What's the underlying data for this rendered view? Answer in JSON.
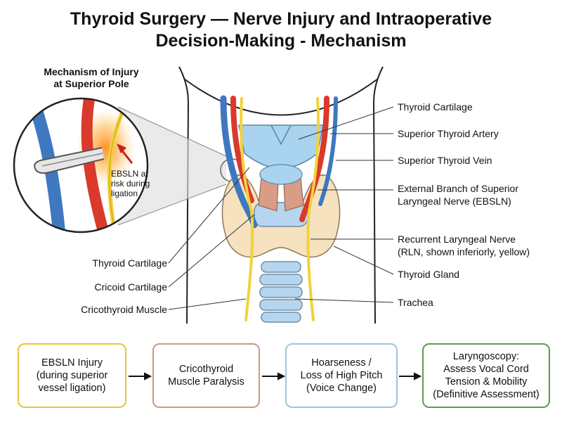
{
  "title": {
    "line1": "Thyroid Surgery — Nerve Injury and Intraoperative",
    "line2": "Decision-Making - Mechanism"
  },
  "inset": {
    "title_line1": "Mechanism of Injury",
    "title_line2": "at Superior Pole",
    "note_line1": "EBSLN at",
    "note_line2": "risk during",
    "note_line3": "ligation"
  },
  "labels_right": {
    "thyroid_cartilage": "Thyroid Cartilage",
    "superior_thyroid_artery": "Superior Thyroid Artery",
    "superior_thyroid_vein": "Superior Thyroid Vein",
    "ebsln_line1": "External Branch of Superior",
    "ebsln_line2": "Laryngeal Nerve (EBSLN)",
    "rln_line1": "Recurrent Laryngeal Nerve",
    "rln_line2": "(RLN, shown inferiorly, yellow)",
    "thyroid_gland": "Thyroid Gland",
    "trachea": "Trachea"
  },
  "labels_left": {
    "thyroid_cartilage": "Thyroid Cartilage",
    "cricoid_cartilage": "Cricoid Cartilage",
    "cricothyroid_muscle": "Cricothyroid Muscle"
  },
  "flow": [
    {
      "line1": "EBSLN Injury",
      "line2": "(during superior",
      "line3": "vessel ligation)",
      "line4": "",
      "color": "#e8c43a"
    },
    {
      "line1": "Cricothyroid",
      "line2": "Muscle Paralysis",
      "line3": "",
      "line4": "",
      "color": "#c99a86"
    },
    {
      "line1": "Hoarseness /",
      "line2": "Loss of High Pitch",
      "line3": "(Voice Change)",
      "line4": "",
      "color": "#9ac7e0"
    },
    {
      "line1": "Laryngoscopy:",
      "line2": "Assess Vocal Cord",
      "line3": "Tension & Mobility",
      "line4": "(Definitive Assessment)",
      "color": "#5a9e4e"
    }
  ],
  "colors": {
    "artery": "#d93a2b",
    "vein": "#3f78c0",
    "nerve": "#f2d23a",
    "gland": "#f6e2bf",
    "cartilage": "#a9d3ee"
  }
}
